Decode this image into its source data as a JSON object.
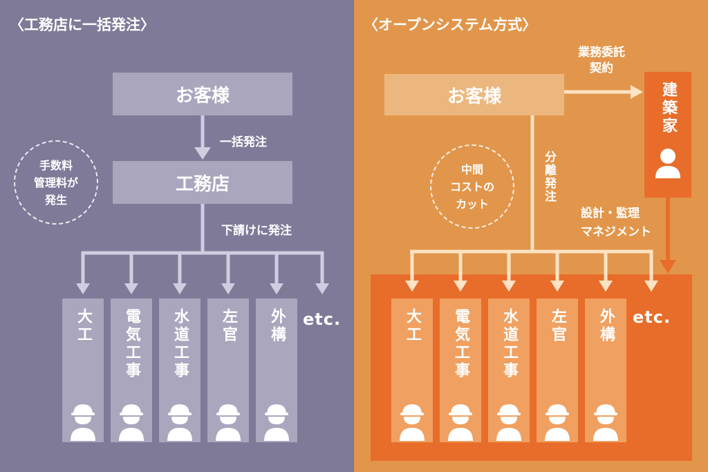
{
  "left": {
    "heading": "〈工務店に一括発注〉",
    "client": "お客様",
    "contractor": "工務店",
    "order_label": "一括発注",
    "subcontract_label": "下請けに発注",
    "fee_note": [
      "手数料",
      "管理料が",
      "発生"
    ],
    "trades": [
      "大工",
      "電気工事",
      "水道工事",
      "左官",
      "外構"
    ],
    "etc": "etc."
  },
  "right": {
    "heading": "〈オープンシステム方式〉",
    "client": "お客様",
    "architect": "建築家",
    "contract_label": [
      "業務委託",
      "契約"
    ],
    "separate_order_label": "分離発注",
    "design_label": [
      "設計・監理",
      "マネジメント"
    ],
    "cost_note": [
      "中間",
      "コストの",
      "カット"
    ],
    "trades": [
      "大工",
      "電気工事",
      "水道工事",
      "左官",
      "外構"
    ],
    "etc": "etc."
  },
  "colors": {
    "left_bg": "#7e7a98",
    "left_box": "#a9a6bd",
    "left_trade": "#a9a6bd",
    "right_bg": "#e2964b",
    "right_box": "#ecb77e",
    "right_trade": "#f0a060",
    "right_area": "#e86d2a",
    "architect_box": "#e86d2a"
  },
  "icons": {
    "worker": "worker-helmet-icon",
    "person": "person-icon"
  }
}
